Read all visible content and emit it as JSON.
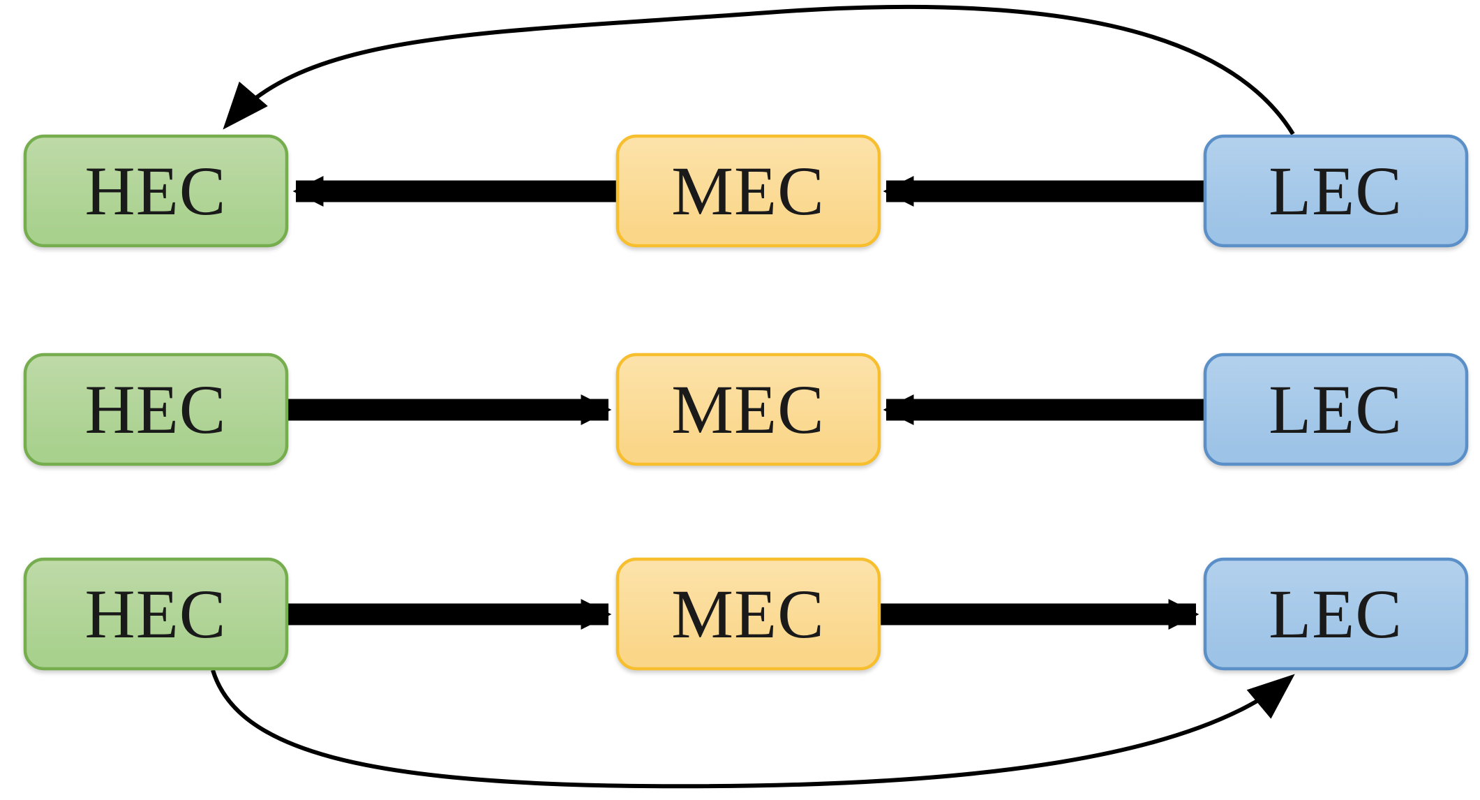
{
  "nodes": {
    "hec": {
      "label": "HEC",
      "fill": "#a9d18e",
      "fill_light": "#bedaa8",
      "border": "#76ad4e"
    },
    "mec": {
      "label": "MEC",
      "fill": "#fad689",
      "fill_light": "#fce3ab",
      "border": "#f7bf2e"
    },
    "lec": {
      "label": "LEC",
      "fill": "#9dc3e6",
      "fill_light": "#b3d1ed",
      "border": "#5b8fc7"
    }
  },
  "label_color": "#1a1a1a",
  "arrows": {
    "color": "#000000",
    "rows": [
      {
        "row": 1,
        "connections": [
          {
            "from": "LEC",
            "to": "MEC",
            "style": "thick-straight"
          },
          {
            "from": "MEC",
            "to": "HEC",
            "style": "thick-straight"
          },
          {
            "from": "LEC",
            "to": "HEC",
            "style": "thin-curved-over-top"
          }
        ]
      },
      {
        "row": 2,
        "connections": [
          {
            "from": "HEC",
            "to": "MEC",
            "style": "thick-straight"
          },
          {
            "from": "LEC",
            "to": "MEC",
            "style": "thick-straight"
          }
        ]
      },
      {
        "row": 3,
        "connections": [
          {
            "from": "HEC",
            "to": "MEC",
            "style": "thick-straight"
          },
          {
            "from": "MEC",
            "to": "LEC",
            "style": "thick-straight"
          },
          {
            "from": "HEC",
            "to": "LEC",
            "style": "thin-curved-under-bottom"
          }
        ]
      }
    ]
  }
}
